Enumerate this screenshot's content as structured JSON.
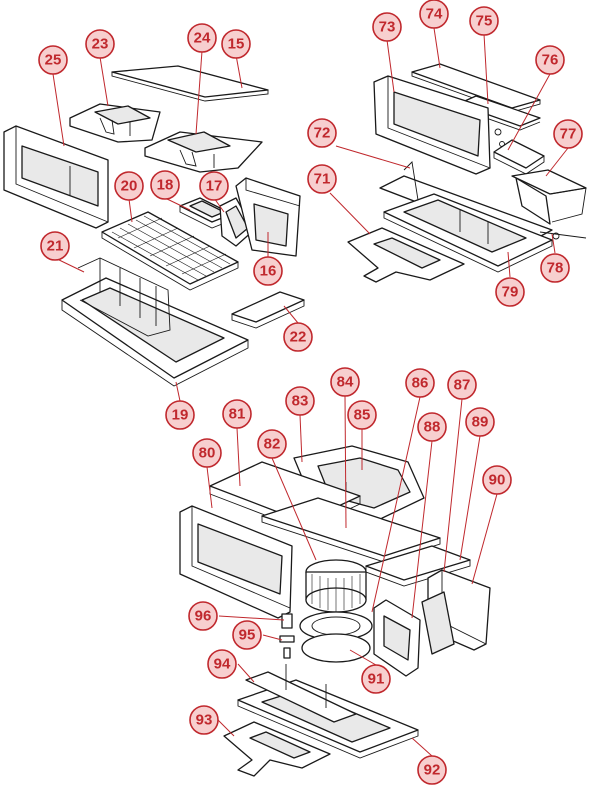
{
  "diagram": {
    "badge_color": "#c0282d",
    "badge_fill": "#f7cfcf",
    "callouts": {
      "c15": "15",
      "c16": "16",
      "c17": "17",
      "c18": "18",
      "c19": "19",
      "c20": "20",
      "c21": "21",
      "c22": "22",
      "c23": "23",
      "c24": "24",
      "c25": "25",
      "c71": "71",
      "c72": "72",
      "c73": "73",
      "c74": "74",
      "c75": "75",
      "c76": "76",
      "c77": "77",
      "c78": "78",
      "c79": "79",
      "c80": "80",
      "c81": "81",
      "c82": "82",
      "c83": "83",
      "c84": "84",
      "c85": "85",
      "c86": "86",
      "c87": "87",
      "c88": "88",
      "c89": "89",
      "c90": "90",
      "c91": "91",
      "c92": "92",
      "c93": "93",
      "c94": "94",
      "c95": "95",
      "c96": "96"
    }
  }
}
